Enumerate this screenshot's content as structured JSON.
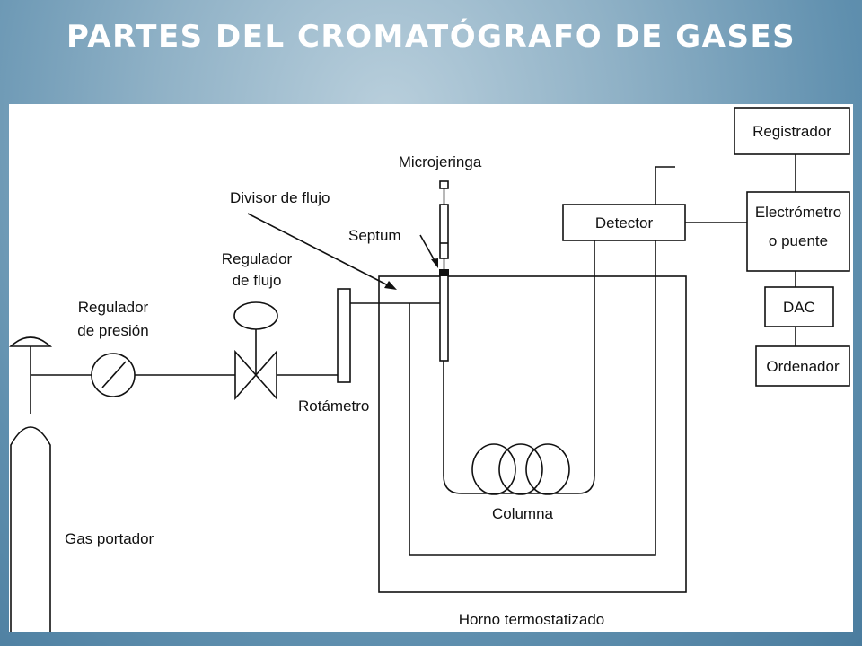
{
  "slide": {
    "title": "PARTES DEL CROMATÓGRAFO DE GASES"
  },
  "colors": {
    "background": "#5f8fae",
    "title": "#ffffff",
    "panel": "#ffffff",
    "line": "#111111"
  },
  "diagram": {
    "labels": {
      "registrador": "Registrador",
      "electrometro_line1": "Electrómetro",
      "electrometro_line2": "o puente",
      "dac": "DAC",
      "ordenador": "Ordenador",
      "detector": "Detector",
      "microjeringa": "Microjeringa",
      "divisor_flujo": "Divisor de flujo",
      "septum": "Septum",
      "regulador_flujo_line1": "Regulador",
      "regulador_flujo_line2": "de flujo",
      "regulador_presion_line1": "Regulador",
      "regulador_presion_line2": "de presión",
      "rotametro": "Rotámetro",
      "columna": "Columna",
      "gas_portador": "Gas portador",
      "horno": "Horno termostatizado"
    }
  }
}
